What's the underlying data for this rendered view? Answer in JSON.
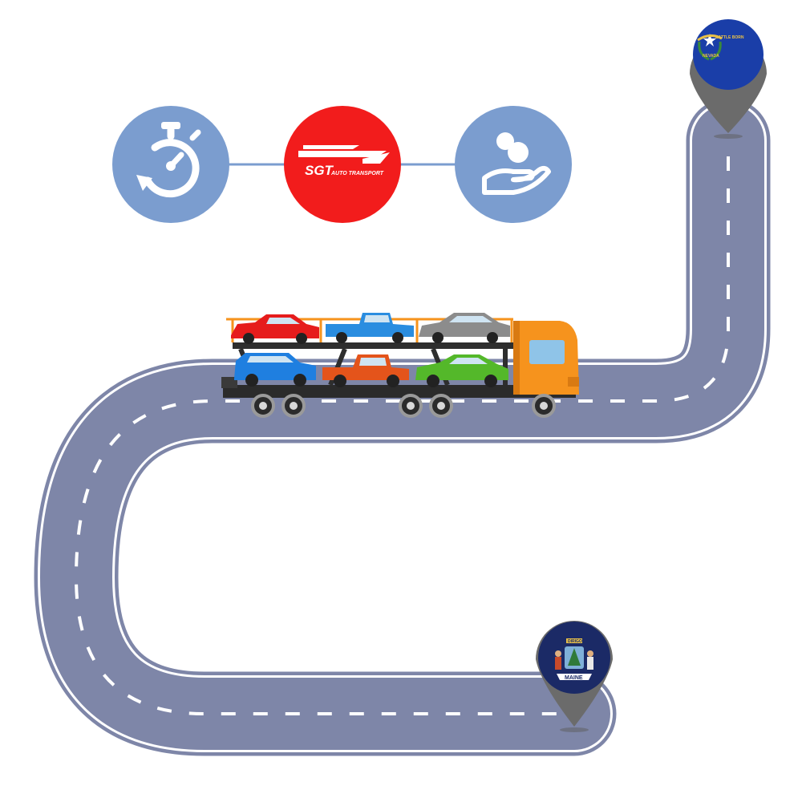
{
  "colors": {
    "road": "#7e86a8",
    "road_edge": "#ffffff",
    "lane_dash": "#ffffff",
    "icon_circle": "#7b9dcf",
    "connector_line": "#7b9dcf",
    "logo_circle": "#f21c1c",
    "truck_cab": "#f6931d",
    "pin_body": "#6b6b6b",
    "nevada_flag": "#1a3ea8",
    "maine_flag": "#1b2a66"
  },
  "icons": [
    {
      "name": "stopwatch-icon"
    },
    {
      "name": "company-logo",
      "text_main": "SGT",
      "text_sub": "AUTO TRANSPORT"
    },
    {
      "name": "hand-coins-icon"
    }
  ],
  "pins": {
    "start": {
      "state": "Nevada",
      "icon": "nevada-flag-icon",
      "seal_text": "BATTLE BORN",
      "state_text": "NEVADA"
    },
    "end": {
      "state": "Maine",
      "icon": "maine-flag-icon",
      "seal_text": "DIRIGO",
      "state_text": "MAINE"
    }
  },
  "truck": {
    "icon": "car-carrier-truck-icon",
    "cars_top": [
      "#e61c1c",
      "#2a8de0",
      "#8c8c8c"
    ],
    "cars_bottom": [
      "#1f7fe0",
      "#e4541b",
      "#54b82a"
    ]
  }
}
